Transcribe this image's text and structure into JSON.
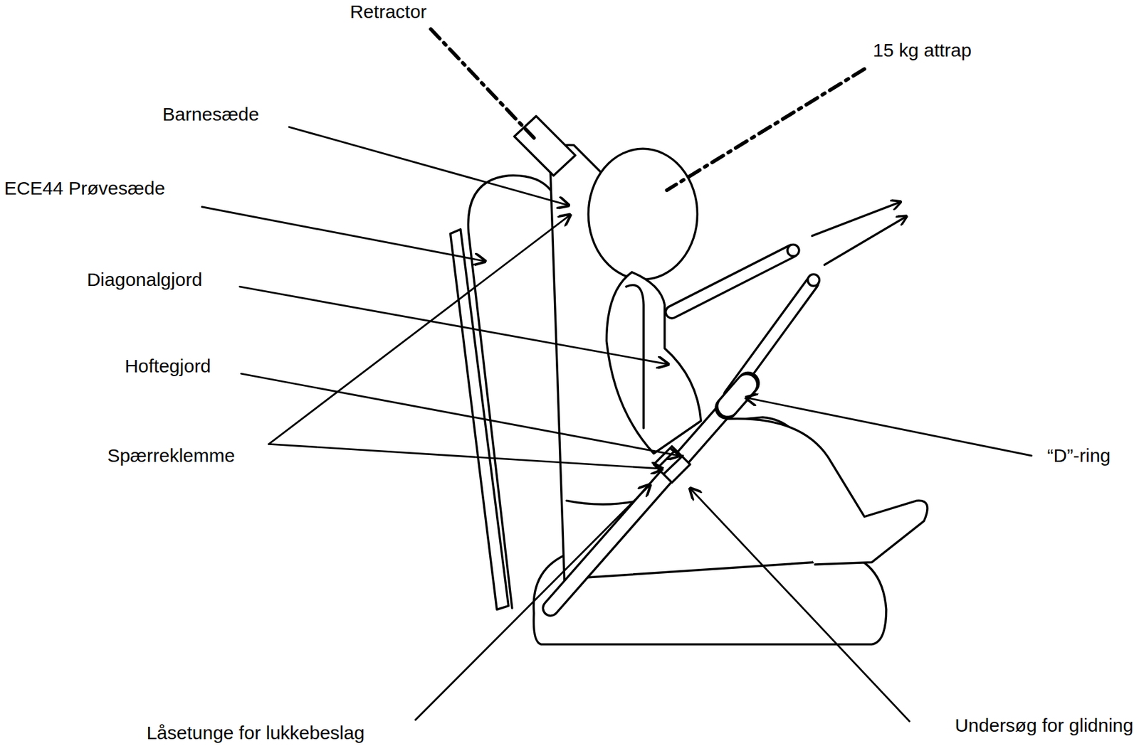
{
  "diagram": {
    "labels": [
      "Retractor",
      "15 kg attrap",
      "Barnesæde",
      "ECE44 Prøvesæde",
      "Diagonalgjord",
      "Hoftegjord",
      "Spærreklemme",
      "“D”-ring",
      "Låsetunge for lukkebeslag",
      "Undersøg for glidning"
    ]
  }
}
